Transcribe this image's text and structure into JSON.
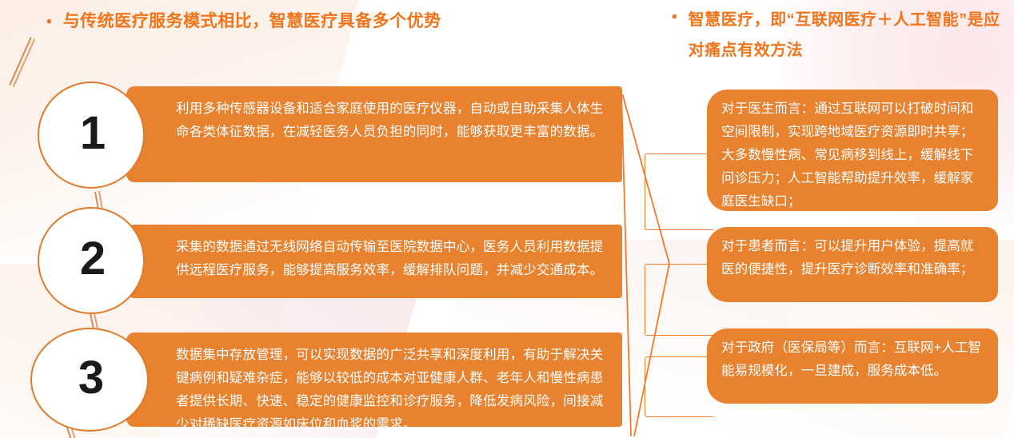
{
  "headers": {
    "left": {
      "bullet": "•",
      "text": "与传统医疗服务模式相比，智慧医疗具备多个优势"
    },
    "right": {
      "bullet": "•",
      "text": "智慧医疗，即“互联网医疗＋人工智能”是应对痛点有效方法"
    }
  },
  "advantages": [
    {
      "number": "1",
      "text": "利用多种传感器设备和适合家庭使用的医疗仪器，自动或自助采集人体生命各类体征数据，在减轻医务人员负担的同时，能够获取更丰富的数据。"
    },
    {
      "number": "2",
      "text": "采集的数据通过无线网络自动传输至医院数据中心，医务人员利用数据提供远程医疗服务，能够提高服务效率，缓解排队问题，并减少交通成本。"
    },
    {
      "number": "3",
      "text": "数据集中存放管理，可以实现数据的广泛共享和深度利用，有助于解决关键病例和疑难杂症，能够以较低的成本对亚健康人群、老年人和慢性病患者提供长期、快速、稳定的健康监控和诊疗服务，降低发病风险，间接减少对稀缺医疗资源如床位和血浆的需求。"
    }
  ],
  "benefits": [
    {
      "audience": "医生",
      "text": "对于医生而言：通过互联网可以打破时间和空间限制，实现跨地域医疗资源即时共享；大多数慢性病、常见病移到线上，缓解线下问诊压力；人工智能帮助提升效率，缓解家庭医生缺口；"
    },
    {
      "audience": "患者",
      "text": "对于患者而言：可以提升用户体验，提高就医的便捷性，提升医疗诊断效率和准确率；"
    },
    {
      "audience": "政府",
      "text": "对于政府（医保局等）而言：互联网+人工智能易规模化，一旦建成，服务成本低。"
    }
  ],
  "icons": {
    "arrow": "right-arrow-icon",
    "bullet": "bullet-dot-icon"
  },
  "colors": {
    "accent_orange": "#e8822f",
    "header_orange": "#f2741a",
    "outline_orange": "#f08030",
    "connector_brown": "#d98b54",
    "text_white": "#ffffff",
    "number_black": "#1a1a1a",
    "wash_peach": "#fdeee6",
    "wash_rose": "#f7e3e6"
  }
}
